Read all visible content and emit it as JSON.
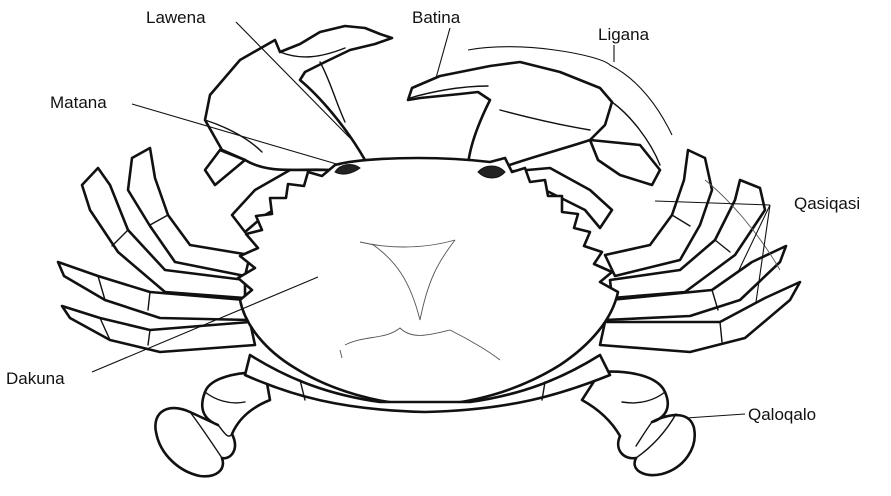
{
  "labels": {
    "lawena": "Lawena",
    "batina": "Batina",
    "ligana": "Ligana",
    "matana": "Matana",
    "qasiqasi": "Qasiqasi",
    "dakuna": "Dakuna",
    "qaloqalo": "Qaloqalo"
  },
  "colors": {
    "outline": "#111111",
    "fill": "#ffffff",
    "eye": "#222222"
  }
}
